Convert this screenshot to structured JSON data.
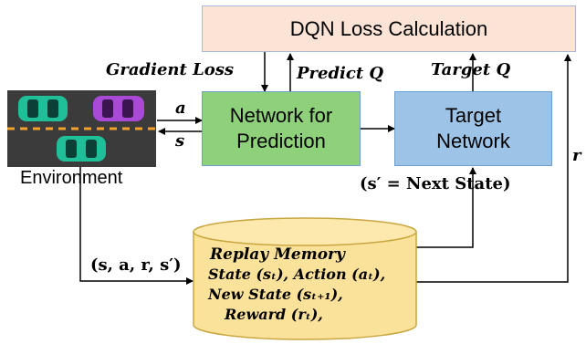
{
  "loss_box": {
    "label": "DQN Loss Calculation",
    "fill": "#fbe3d6",
    "stroke": "#8ea9c8"
  },
  "prediction_box": {
    "label_line1": "Network for",
    "label_line2": "Prediction",
    "fill": "#8fd07a",
    "stroke": "#6a9fd0"
  },
  "target_box": {
    "label_line1": "Target",
    "label_line2": "Network",
    "fill": "#9dc3e6",
    "stroke": "#6a9fd0"
  },
  "environment": {
    "label": "Environment",
    "road_color": "#3a3a3a",
    "lane_color": "#f2a22a"
  },
  "memory": {
    "title": "Replay Memory",
    "line1": "State (sₜ), Action (aₜ),",
    "line2": "New State (sₜ₊₁),",
    "line3": "Reward (rₜ),",
    "fill": "#fbe29a",
    "stroke": "#c9a640"
  },
  "labels": {
    "gradient_loss": "Gradient Loss",
    "predict_q": "Predict Q",
    "target_q": "Target Q",
    "action": "a",
    "state": "s",
    "reward": "r",
    "next_state": "(s′ = Next State)",
    "transition": "(s, a, r, s′)"
  },
  "cars": [
    {
      "color": "teal",
      "hex": "#1fbf9a"
    },
    {
      "color": "purple",
      "hex": "#a84ad6"
    },
    {
      "color": "teal",
      "hex": "#1fbf9a"
    }
  ]
}
